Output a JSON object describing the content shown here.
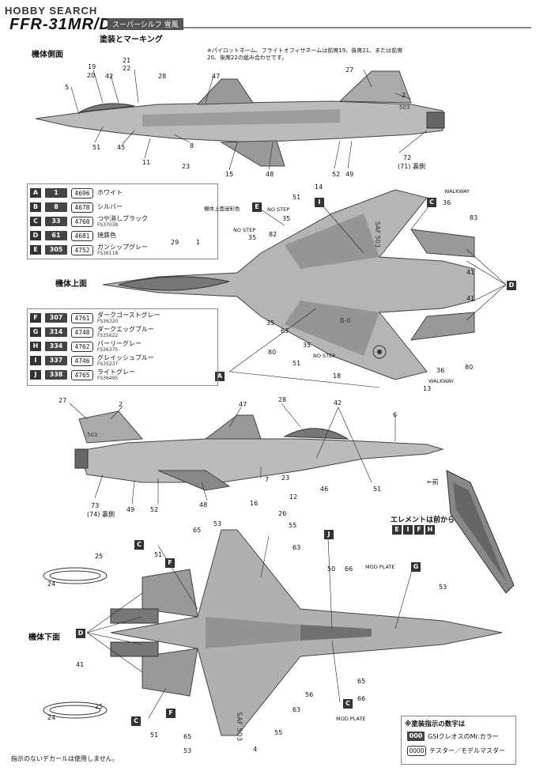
{
  "header": {
    "watermark": "HOBBY SEARCH",
    "model": "FFR-31MR/D",
    "subtitle": "スーパーシルフ 雪風",
    "section_title": "塗装とマーキング"
  },
  "side_view": {
    "label": "機体側面",
    "note": "※パイロットネーム、フライトオフィサネームは前席19、後席21、または前席20、後席22の組み合わせです。",
    "callouts": [
      "19",
      "20",
      "21",
      "22",
      "42",
      "28",
      "47",
      "27",
      "2",
      "5",
      "51",
      "45",
      "11",
      "8",
      "23",
      "15",
      "48",
      "52",
      "49",
      "72",
      "(71) 裏側"
    ]
  },
  "top_view": {
    "label": "機体上面",
    "callouts": [
      "14",
      "51",
      "機体上面迷彩色",
      "NO STEP",
      "35",
      "NO STEP",
      "35",
      "82",
      "29",
      "1",
      "36",
      "WALKWAY",
      "83",
      "41",
      "41",
      "35",
      "63",
      "35",
      "80",
      "51",
      "18",
      "36",
      "80",
      "13",
      "WALKWAY",
      "NO STEP"
    ]
  },
  "colors": [
    {
      "key": "A",
      "num": "1",
      "mr": "4696",
      "name": "ホワイト",
      "fs": ""
    },
    {
      "key": "B",
      "num": "8",
      "mr": "4678",
      "name": "シルバー",
      "fs": ""
    },
    {
      "key": "C",
      "num": "33",
      "mr": "4768",
      "name": "つや消しブラック",
      "fs": "FS37038"
    },
    {
      "key": "D",
      "num": "61",
      "mr": "4681",
      "name": "焼鉄色",
      "fs": ""
    },
    {
      "key": "E",
      "num": "305",
      "mr": "4752",
      "name": "ガンシップグレー",
      "fs": "FS36118"
    },
    {
      "key": "F",
      "num": "307",
      "mr": "4761",
      "name": "ダークゴーストグレー",
      "fs": "FS36320"
    },
    {
      "key": "G",
      "num": "314",
      "mr": "4748",
      "name": "ダークエッグブルー",
      "fs": "FS35622"
    },
    {
      "key": "H",
      "num": "334",
      "mr": "4762",
      "name": "バーリーグレー",
      "fs": "FS36375"
    },
    {
      "key": "I",
      "num": "337",
      "mr": "4746",
      "name": "グレイッシュブルー",
      "fs": "FS35237"
    },
    {
      "key": "J",
      "num": "338",
      "mr": "4765",
      "name": "ライトグレー",
      "fs": "FS36495"
    }
  ],
  "lower_side": {
    "callouts": [
      "27",
      "2",
      "47",
      "28",
      "42",
      "6",
      "73",
      "(74) 裏側",
      "49",
      "52",
      "48",
      "16",
      "7",
      "23",
      "12",
      "46",
      "51",
      "←前"
    ]
  },
  "element": {
    "label": "エレメントは前から",
    "keys": [
      "E",
      "I",
      "F",
      "H"
    ]
  },
  "bottom_view": {
    "label": "機体下面",
    "callouts": [
      "26",
      "55",
      "63",
      "65",
      "53",
      "25",
      "24",
      "51",
      "50",
      "66",
      "MOD PLATE",
      "53",
      "41",
      "65",
      "66",
      "56",
      "63",
      "25",
      "24",
      "51",
      "65",
      "53",
      "4",
      "55",
      "MOD PLATE"
    ]
  },
  "footer": {
    "left_note": "指示のないデカールは使用しません。",
    "legend_title": "※塗装指示の数字は",
    "legend_gsi": "GSIクレオスのMr.カラー",
    "legend_tester": "テスター／モデルマスター",
    "legend_box1": "000",
    "legend_box2": "0000"
  }
}
